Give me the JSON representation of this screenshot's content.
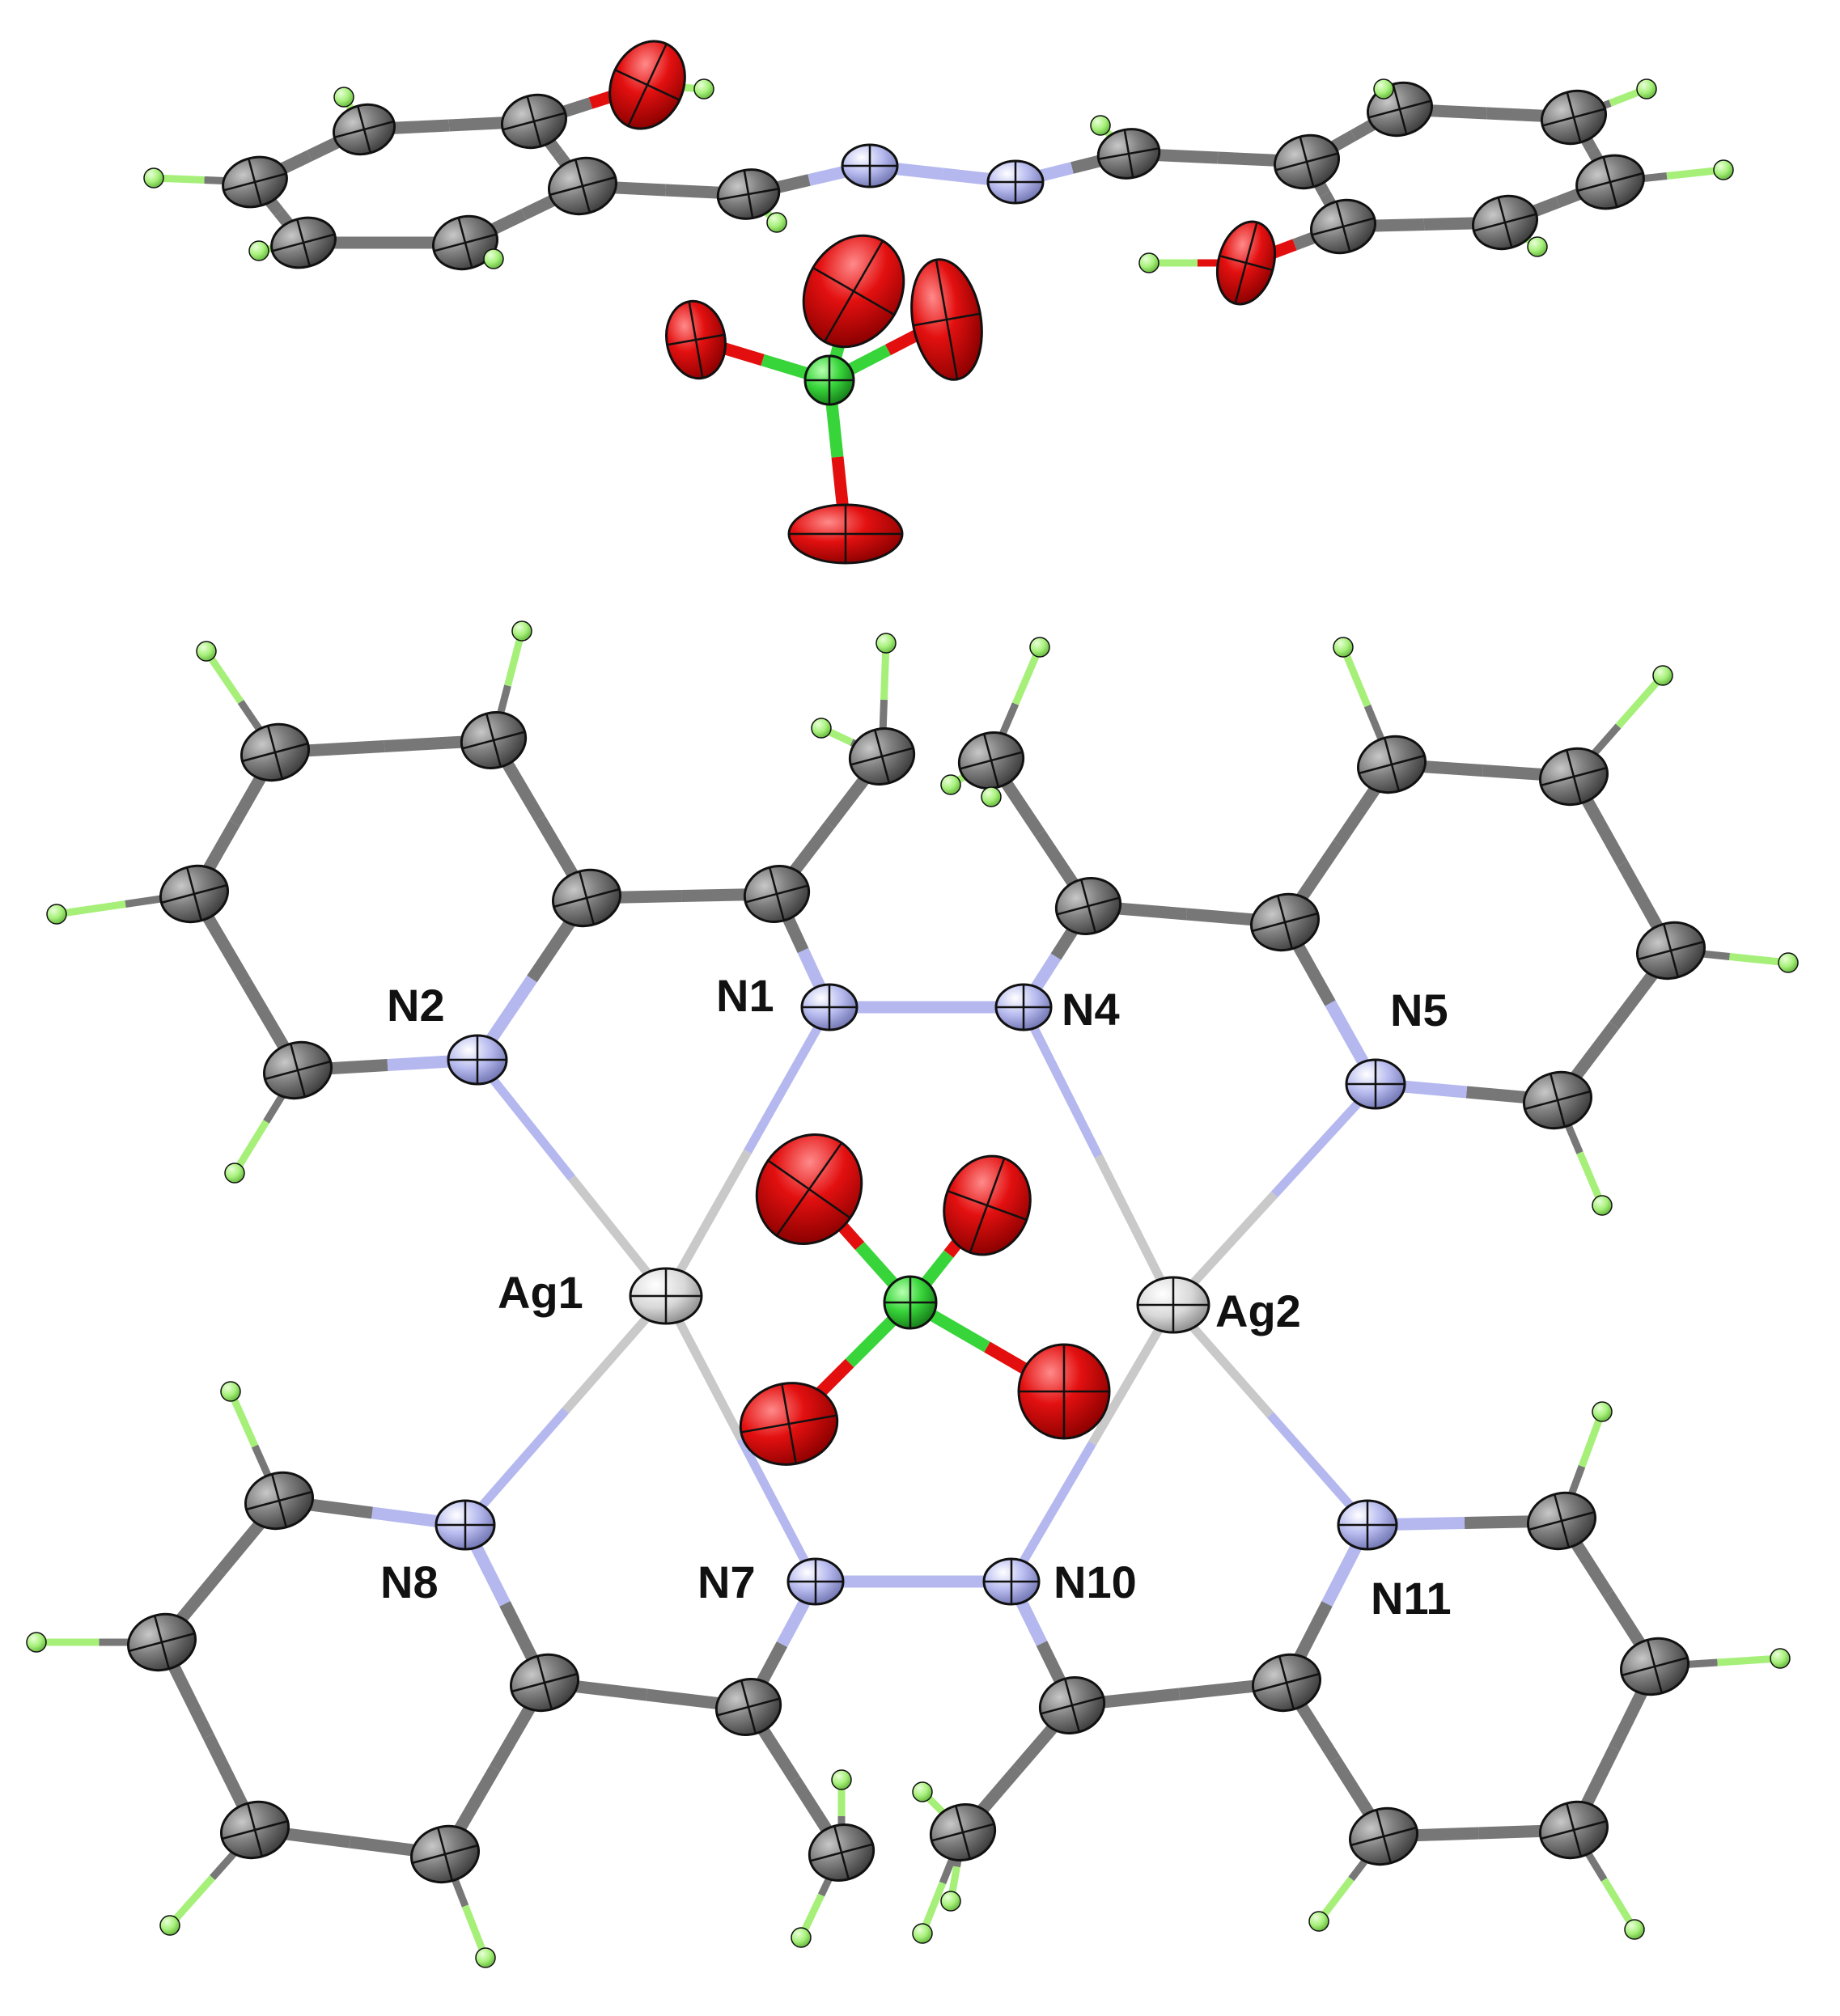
{
  "figure": {
    "colors": {
      "background": "#ffffff",
      "C": "#777777",
      "H": "#a6f07a",
      "N": "#b4b8ee",
      "O": "#e30f0f",
      "Cl": "#37d43a",
      "Ag": "#dcdcdc",
      "label": "#111111"
    },
    "labels": {
      "Ag1": "Ag1",
      "Ag2": "Ag2",
      "N1": "N1",
      "N2": "N2",
      "N4": "N4",
      "N5": "N5",
      "N7": "N7",
      "N8": "N8",
      "N10": "N10",
      "N11": "N11"
    }
  }
}
